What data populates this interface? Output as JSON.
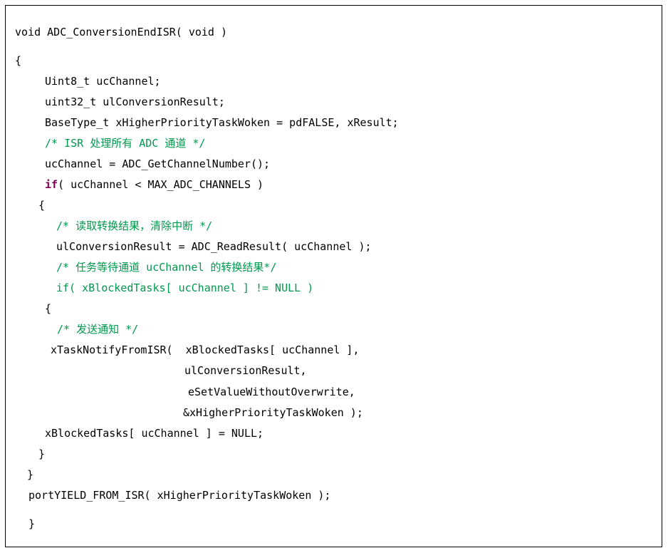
{
  "code": {
    "l01": "void ADC_ConversionEndISR( void )",
    "l02": "{",
    "l03": "Uint8_t ucChannel;",
    "l04": "uint32_t ulConversionResult;",
    "l05": "BaseType_t xHigherPriorityTaskWoken = pdFALSE, xResult;",
    "l06": "/* ISR 处理所有 ADC 通道 */",
    "l07": "ucChannel = ADC_GetChannelNumber();",
    "l08_kw": "if",
    "l08_rest": "( ucChannel < MAX_ADC_CHANNELS )",
    "l09": "{",
    "l10": "/* 读取转换结果，清除中断 */",
    "l11": "ulConversionResult = ADC_ReadResult( ucChannel );",
    "l12": "/* 任务等待通道 ucChannel 的转换结果*/",
    "l13": "if( xBlockedTasks[ ucChannel ] != NULL )",
    "l14": "{",
    "l15": "/* 发送通知 */",
    "l16": "xTaskNotifyFromISR(  xBlockedTasks[ ucChannel ],",
    "l17": "ulConversionResult,",
    "l18": "eSetValueWithoutOverwrite,",
    "l19": "&xHigherPriorityTaskWoken );",
    "l20": "xBlockedTasks[ ucChannel ] = NULL;",
    "l21": "}",
    "l22": "}",
    "l23": "portYIELD_FROM_ISR( xHigherPriorityTaskWoken );",
    "l24": "}"
  },
  "colors": {
    "code_text": "#000000",
    "comment": "#00994d",
    "keyword": "#7f0055",
    "border": "#000000",
    "background": "#ffffff"
  }
}
